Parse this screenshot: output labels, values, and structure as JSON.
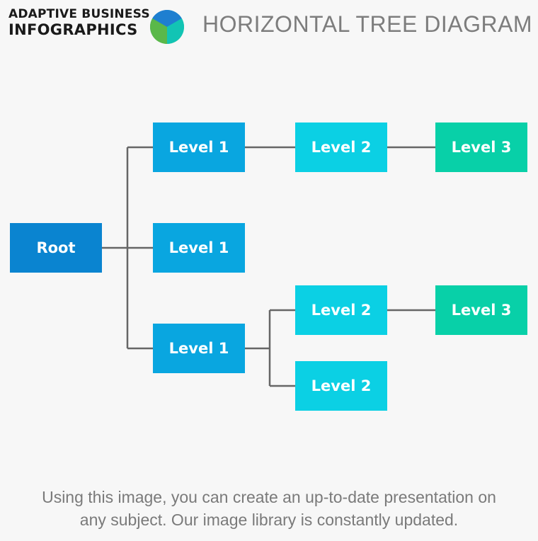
{
  "brand": {
    "line1": "ADAPTIVE BUSINESS",
    "line2": "INFOGRAPHICS",
    "logo_colors": [
      "#1e7fd0",
      "#5ab84a",
      "#12c4b4"
    ]
  },
  "title": "HORIZONTAL TREE DIAGRAM",
  "colors": {
    "root": "#0a84d0",
    "level1": "#09a6e0",
    "level2": "#0bd0e4",
    "level3": "#08d0a8",
    "connector": "#666666"
  },
  "tree": {
    "root": {
      "label": "Root"
    },
    "level1": [
      {
        "label": "Level 1"
      },
      {
        "label": "Level 1"
      },
      {
        "label": "Level 1"
      }
    ],
    "level2": [
      {
        "label": "Level 2"
      },
      {
        "label": "Level 2"
      },
      {
        "label": "Level 2"
      }
    ],
    "level3": [
      {
        "label": "Level 3"
      },
      {
        "label": "Level 3"
      }
    ]
  },
  "caption": {
    "line1": "Using this image, you can create an up-to-date presentation on",
    "line2": "any subject. Our image library is constantly updated."
  }
}
